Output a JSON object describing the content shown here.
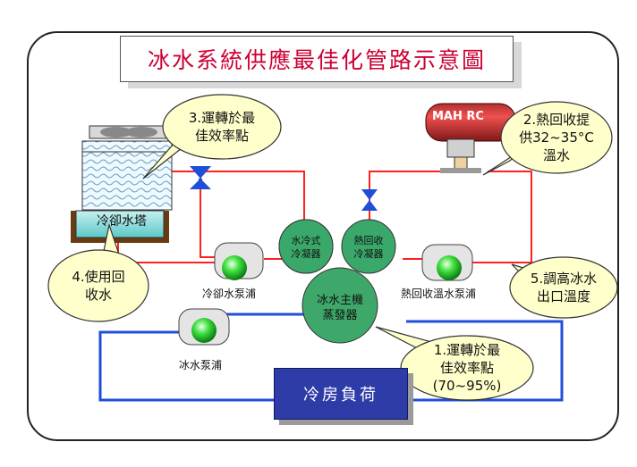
{
  "title": "冰水系統供應最佳化管路示意圖",
  "equipment": {
    "cooling_tower": "冷卻水塔",
    "heat_recovery_unit": "MAH RC",
    "water_cooled_condenser": [
      "水冷式",
      "冷凝器"
    ],
    "heat_recovery_condenser": [
      "熱回收",
      "冷凝器"
    ],
    "chiller_evaporator": [
      "冰水主機",
      "蒸發器"
    ],
    "cooling_water_pump": "冷卻水泵浦",
    "heat_recovery_pump": "熱回收溫水泵浦",
    "chilled_water_pump": "冰水泵浦",
    "cooling_load": "冷房負荷"
  },
  "callouts": {
    "c3": [
      "3.運轉於最",
      "佳效率點"
    ],
    "c2": [
      "2.熱回收提",
      "供32~35°C",
      "溫水"
    ],
    "c4": [
      "4.使用回",
      "收水"
    ],
    "c5": [
      "5.調高冰水",
      "出口溫度"
    ],
    "c1": [
      "1.運轉於最",
      "佳效率點",
      "(70~95%)"
    ]
  },
  "colors": {
    "pipe_red": "#ff2020",
    "pipe_blue": "#1e4fd8",
    "balloon": "#ffffcc",
    "chiller_green": "#3aa86a",
    "load_box": "#2e3ca8",
    "title_text": "#cc0033"
  }
}
